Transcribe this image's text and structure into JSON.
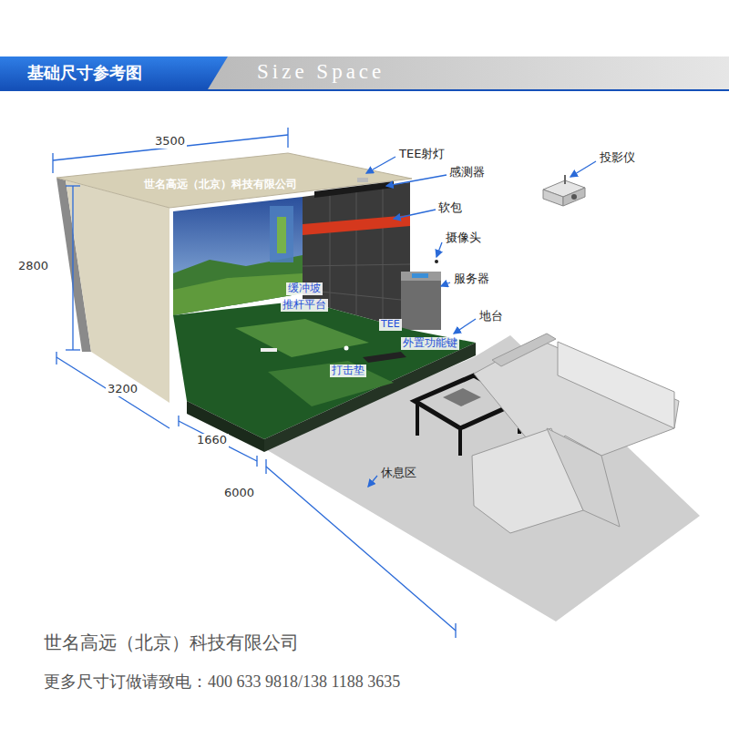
{
  "diagram": {
    "title": "基础尺寸参考图",
    "labels": [
      "Size Space",
      "3500",
      "2800",
      "3200",
      "1660",
      "6000",
      "世名高远（北京）科技有限公司",
      "TEE射灯",
      "感测器",
      "软包",
      "摄像头",
      "服务器",
      "地台",
      "投影仪",
      "缓冲坡",
      "推杆平台",
      "TEE",
      "外置功能键",
      "打击垫",
      "休息区",
      "世名高远（北京）科技有限公司",
      "更多尺寸订做请致电：400 633 9818/138 1188 3635"
    ]
  }
}
